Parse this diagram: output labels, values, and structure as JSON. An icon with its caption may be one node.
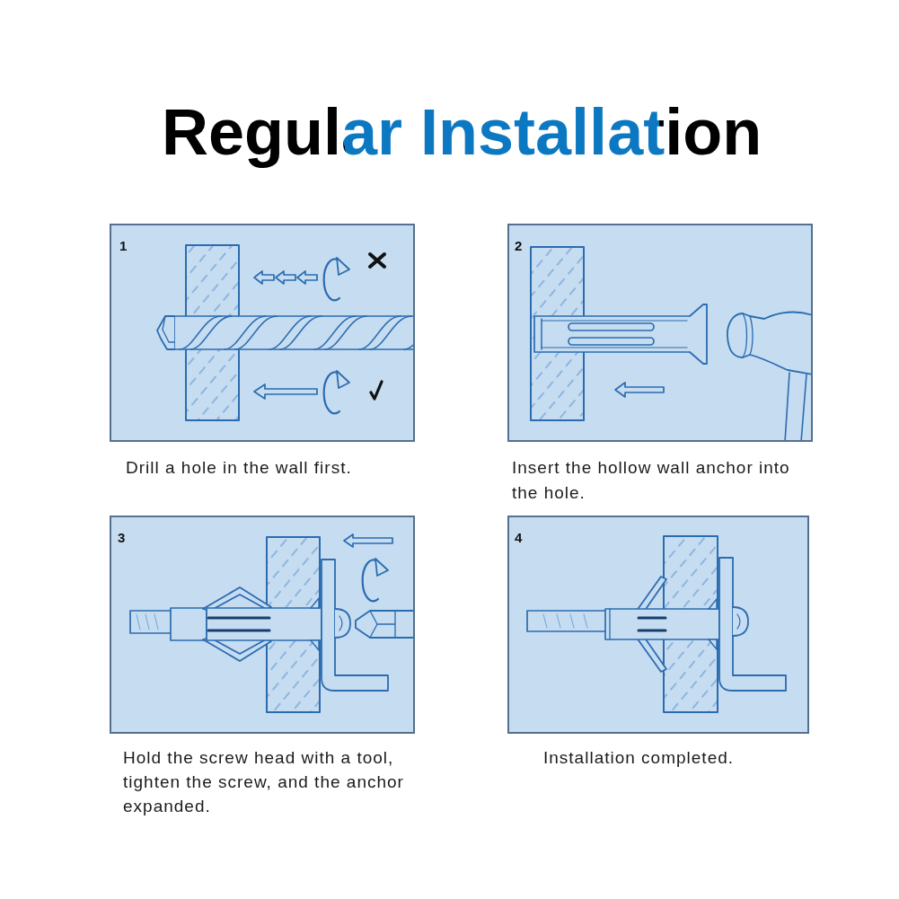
{
  "diagram": {
    "title": "Regular Installation",
    "nodes": [
      {
        "text": [
          "1"
        ],
        "beside": [
          "Drill a hole in the wall first."
        ]
      },
      {
        "text": [
          "2"
        ],
        "beside": [
          "Insert the hollow wall anchor into the hole."
        ]
      },
      {
        "text": [
          "3"
        ],
        "beside": [
          "Hold the screw head with a tool, tighten the screw, and the anchor expanded."
        ]
      },
      {
        "text": [
          "4"
        ],
        "beside": [
          "Installation completed."
        ]
      }
    ]
  }
}
